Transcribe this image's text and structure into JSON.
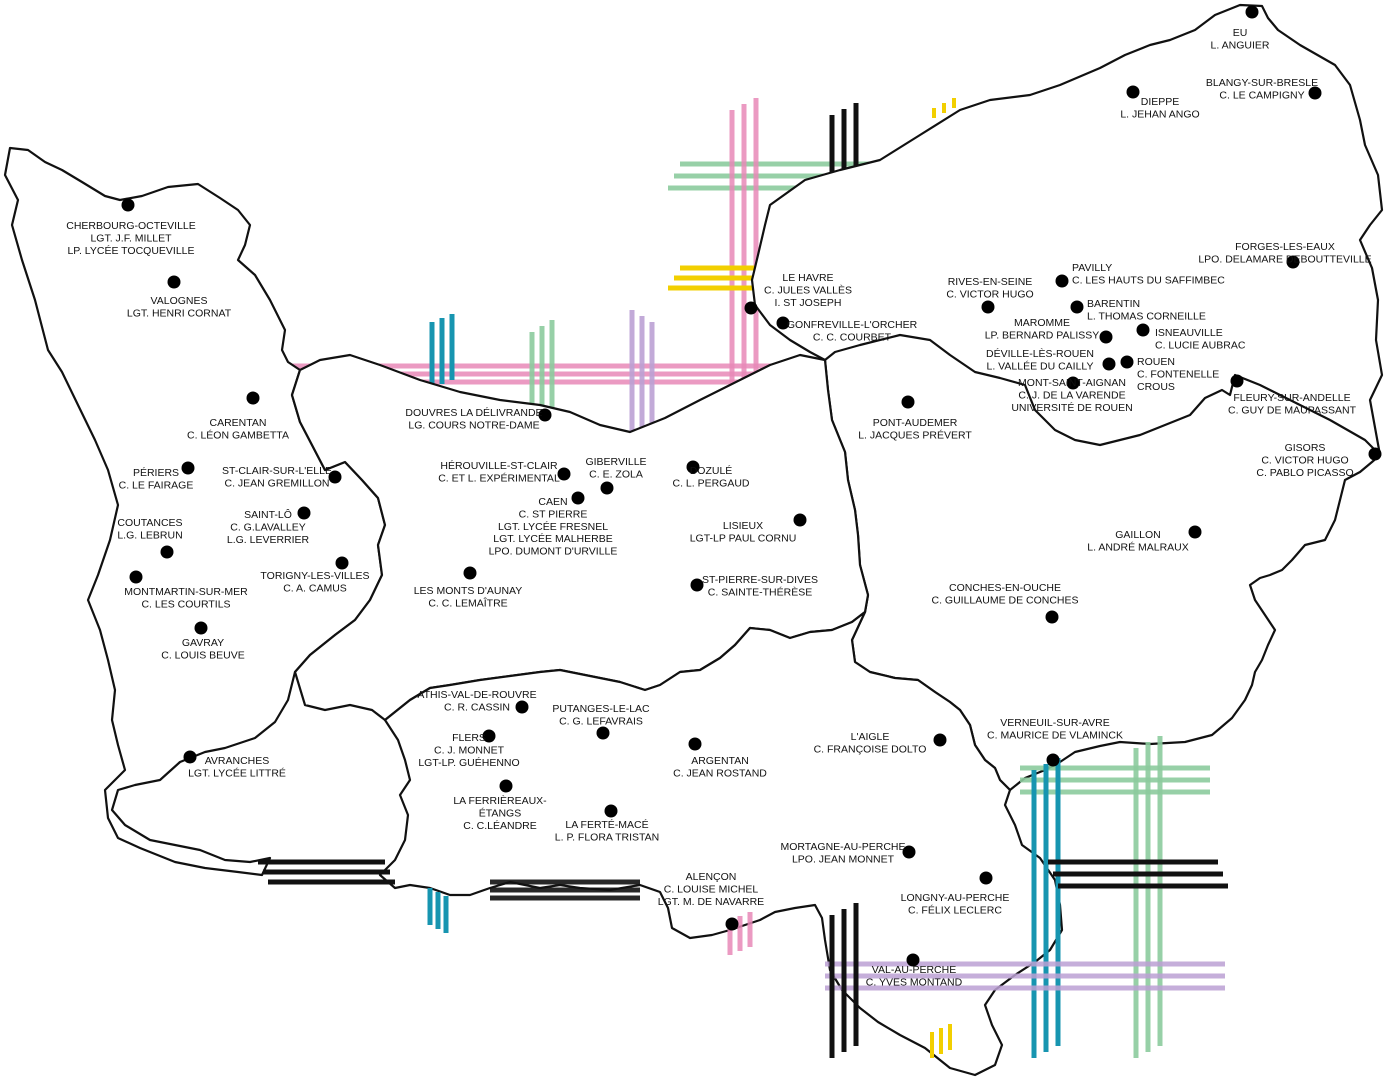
{
  "colors": {
    "pink": "#e889b8",
    "green": "#8ccb9e",
    "yellow": "#f2cf00",
    "blue": "#1795b0",
    "purple": "#bca1d4",
    "black": "#111111",
    "dot": "#000000",
    "border": "#111111"
  },
  "sites": [
    {
      "name": "eu",
      "lines": [
        "EU",
        "L. ANGUIER"
      ]
    },
    {
      "name": "blangy-sur-bresle",
      "lines": [
        "BLANGY-SUR-BRESLE",
        "C. LE CAMPIGNY"
      ]
    },
    {
      "name": "dieppe",
      "lines": [
        "DIEPPE",
        "L. JEHAN ANGO"
      ]
    },
    {
      "name": "forges-les-eaux",
      "lines": [
        "FORGES-LES-EAUX",
        "LPO. DELAMARE DEBOUTTEVILLE"
      ]
    },
    {
      "name": "pavilly",
      "lines": [
        "PAVILLY",
        "C. LES HAUTS DU SAFFIMBEC"
      ]
    },
    {
      "name": "barentin",
      "lines": [
        "BARENTIN",
        "L. THOMAS CORNEILLE"
      ]
    },
    {
      "name": "rives-en-seine",
      "lines": [
        "RIVES-EN-SEINE",
        "C. VICTOR HUGO"
      ]
    },
    {
      "name": "maromme",
      "lines": [
        "MAROMME",
        "LP. BERNARD PALISSY"
      ]
    },
    {
      "name": "isneauville",
      "lines": [
        "ISNEAUVILLE",
        "C. LUCIE AUBRAC"
      ]
    },
    {
      "name": "deville-les-rouen",
      "lines": [
        "DÉVILLE-LÈS-ROUEN",
        "L. VALLÉE DU CAILLY"
      ]
    },
    {
      "name": "rouen",
      "lines": [
        "ROUEN",
        "C. FONTENELLE",
        "CROUS"
      ]
    },
    {
      "name": "mont-saint-aignan",
      "lines": [
        "MONT-SAINT-AIGNAN",
        "C. J. DE LA VARENDE",
        "UNIVERSITÉ DE ROUEN"
      ]
    },
    {
      "name": "fleury-sur-andelle",
      "lines": [
        "FLEURY-SUR-ANDELLE",
        "C. GUY DE MAUPASSANT"
      ]
    },
    {
      "name": "gisors",
      "lines": [
        "GISORS",
        "C. VICTOR HUGO",
        "C. PABLO PICASSO"
      ]
    },
    {
      "name": "le-havre",
      "lines": [
        "LE HAVRE",
        "C. JULES VALLÈS",
        "I. ST JOSEPH"
      ]
    },
    {
      "name": "gonfreville-l-orcher",
      "lines": [
        "GONFREVILLE-L'ORCHER",
        "C. C. COURBET"
      ]
    },
    {
      "name": "pont-audemer",
      "lines": [
        "PONT-AUDEMER",
        "L. JACQUES PRÉVERT"
      ]
    },
    {
      "name": "gaillon",
      "lines": [
        "GAILLON",
        "L. ANDRÉ MALRAUX"
      ]
    },
    {
      "name": "conches-en-ouche",
      "lines": [
        "CONCHES-EN-OUCHE",
        "C. GUILLAUME DE CONCHES"
      ]
    },
    {
      "name": "verneuil-sur-avre",
      "lines": [
        "VERNEUIL-SUR-AVRE",
        "C. MAURICE DE VLAMINCK"
      ]
    },
    {
      "name": "cherbourg-octeville",
      "lines": [
        "CHERBOURG-OCTEVILLE",
        "LGT. J.F. MILLET",
        "LP. LYCÉE TOCQUEVILLE"
      ]
    },
    {
      "name": "valognes",
      "lines": [
        "VALOGNES",
        "LGT. HENRI CORNAT"
      ]
    },
    {
      "name": "carentan",
      "lines": [
        "CARENTAN",
        "C. LÉON GAMBETTA"
      ]
    },
    {
      "name": "periers",
      "lines": [
        "PÉRIERS",
        "C. LE FAIRAGE"
      ]
    },
    {
      "name": "st-clair-sur-l-elle",
      "lines": [
        "ST-CLAIR-SUR-L'ELLE",
        "C. JEAN GREMILLON"
      ]
    },
    {
      "name": "saint-lo",
      "lines": [
        "SAINT-LÔ",
        "C. G.LAVALLEY",
        "L.G. LEVERRIER"
      ]
    },
    {
      "name": "coutances",
      "lines": [
        "COUTANCES",
        "L.G. LEBRUN"
      ]
    },
    {
      "name": "torigny-les-villes",
      "lines": [
        "TORIGNY-LES-VILLES",
        "C. A. CAMUS"
      ]
    },
    {
      "name": "montmartin-sur-mer",
      "lines": [
        "MONTMARTIN-SUR-MER",
        "C. LES COURTILS"
      ]
    },
    {
      "name": "gavray",
      "lines": [
        "GAVRAY",
        "C. LOUIS BEUVE"
      ]
    },
    {
      "name": "avranches",
      "lines": [
        "AVRANCHES",
        "LGT. LYCÉE LITTRÉ"
      ]
    },
    {
      "name": "douvres-la-delivrande",
      "lines": [
        "DOUVRES LA DÉLIVRANDE",
        "LG. COURS NOTRE-DAME"
      ]
    },
    {
      "name": "herouville-st-clair",
      "lines": [
        "HÉROUVILLE-ST-CLAIR",
        "C. ET L. EXPÉRIMENTAL"
      ]
    },
    {
      "name": "giberville",
      "lines": [
        "GIBERVILLE",
        "C. E. ZOLA"
      ]
    },
    {
      "name": "dozule",
      "lines": [
        "DOZULÉ",
        "C. L. PERGAUD"
      ]
    },
    {
      "name": "caen",
      "lines": [
        "CAEN",
        "C. ST PIERRE",
        "LGT. LYCÉE FRESNEL",
        "LGT. LYCÉE MALHERBE",
        "LPO. DUMONT D'URVILLE"
      ]
    },
    {
      "name": "lisieux",
      "lines": [
        "LISIEUX",
        "LGT-LP PAUL CORNU"
      ]
    },
    {
      "name": "les-monts-d-aunay",
      "lines": [
        "LES MONTS D'AUNAY",
        "C. C. LEMAÎTRE"
      ]
    },
    {
      "name": "st-pierre-sur-dives",
      "lines": [
        "ST-PIERRE-SUR-DIVES",
        "C. SAINTE-THÉRÈSE"
      ]
    },
    {
      "name": "athis-val-de-rouvre",
      "lines": [
        "ATHIS-VAL-DE-ROUVRE",
        "C. R. CASSIN"
      ]
    },
    {
      "name": "putanges-le-lac",
      "lines": [
        "PUTANGES-LE-LAC",
        "C. G. LEFAVRAIS"
      ]
    },
    {
      "name": "flers",
      "lines": [
        "FLERS",
        "C. J. MONNET",
        "LGT-LP. GUÉHENNO"
      ]
    },
    {
      "name": "argentan",
      "lines": [
        "ARGENTAN",
        "C. JEAN ROSTAND"
      ]
    },
    {
      "name": "l-aigle",
      "lines": [
        "L'AIGLE",
        "C. FRANÇOISE DOLTO"
      ]
    },
    {
      "name": "la-ferriere-aux-etangs",
      "lines": [
        "LA FERRIÈREAUX-",
        "ÉTANGS",
        "C. C.LÉANDRE"
      ]
    },
    {
      "name": "la-ferte-mace",
      "lines": [
        "LA FERTÉ-MACÉ",
        "L. P. FLORA TRISTAN"
      ]
    },
    {
      "name": "mortagne-au-perche",
      "lines": [
        "MORTAGNE-AU-PERCHE",
        "LPO. JEAN MONNET"
      ]
    },
    {
      "name": "alencon",
      "lines": [
        "ALENÇON",
        "C. LOUISE MICHEL",
        "LGT. M. DE NAVARRE"
      ]
    },
    {
      "name": "longny-au-perche",
      "lines": [
        "LONGNY-AU-PERCHE",
        "C. FÉLIX LECLERC"
      ]
    },
    {
      "name": "val-au-perche",
      "lines": [
        "VAL-AU-PERCHE",
        "C. YVES MONTAND"
      ]
    }
  ]
}
